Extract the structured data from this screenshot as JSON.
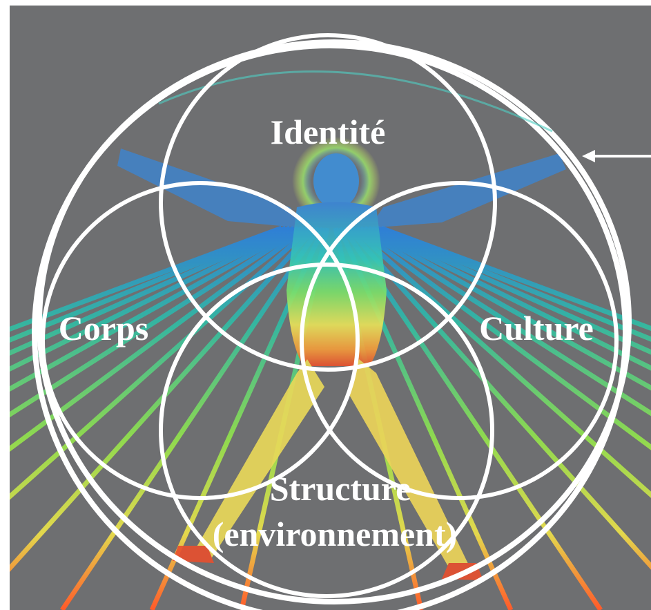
{
  "diagram": {
    "labels": {
      "top": "Identité",
      "left": "Corps",
      "right": "Culture",
      "bottom_line1": "Structure",
      "bottom_line2": "(environnement)"
    },
    "colors": {
      "background_gray": "#6e6f71",
      "circle_stroke": "#ffffff",
      "label_text": "#ffffff",
      "grid_cold": "#2f7fd6",
      "grid_warm": "#ff5a2a"
    },
    "background_image": {
      "subject": "vitruvian-style human figure standing on a colored grid floor",
      "palette": [
        "#3a86d8",
        "#35c7b6",
        "#7be06a",
        "#e9e25a",
        "#f29a3b",
        "#e6502f"
      ]
    },
    "arrow": {
      "direction": "left",
      "points_to": "outer-circle"
    }
  }
}
